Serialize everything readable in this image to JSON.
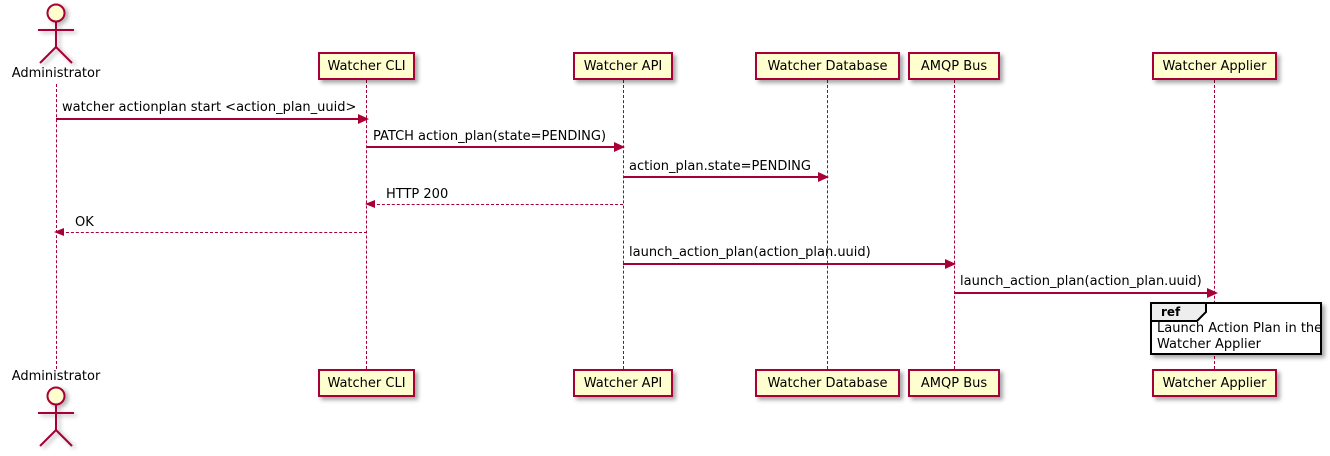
{
  "diagram": {
    "type": "uml-sequence-diagram",
    "colors": {
      "participant_fill": "#FEFECE",
      "participant_border": "#A80036",
      "lifeline": "#A80036",
      "arrow": "#A80036",
      "text": "#000000",
      "ref_border": "#000000",
      "ref_header_fill": "#EEEEEE",
      "background": "#FFFFFF"
    },
    "participants": [
      {
        "name": "Administrator",
        "kind": "actor"
      },
      {
        "name": "Watcher CLI",
        "kind": "box"
      },
      {
        "name": "Watcher API",
        "kind": "box"
      },
      {
        "name": "Watcher Database",
        "kind": "box"
      },
      {
        "name": "AMQP Bus",
        "kind": "box"
      },
      {
        "name": "Watcher Applier",
        "kind": "box"
      }
    ],
    "messages": [
      {
        "from": "Administrator",
        "to": "Watcher CLI",
        "label": "watcher actionplan start <action_plan_uuid>",
        "style": "solid"
      },
      {
        "from": "Watcher CLI",
        "to": "Watcher API",
        "label": "PATCH action_plan(state=PENDING)",
        "style": "solid"
      },
      {
        "from": "Watcher API",
        "to": "Watcher Database",
        "label": "action_plan.state=PENDING",
        "style": "solid"
      },
      {
        "from": "Watcher API",
        "to": "Watcher CLI",
        "label": "HTTP 200",
        "style": "dashed"
      },
      {
        "from": "Watcher CLI",
        "to": "Administrator",
        "label": "OK",
        "style": "dashed"
      },
      {
        "from": "Watcher API",
        "to": "AMQP Bus",
        "label": "launch_action_plan(action_plan.uuid)",
        "style": "solid"
      },
      {
        "from": "AMQP Bus",
        "to": "Watcher Applier",
        "label": "launch_action_plan(action_plan.uuid)",
        "style": "solid"
      }
    ],
    "ref": {
      "keyword": "ref",
      "over": "Watcher Applier",
      "text_line1": "Launch Action Plan in the",
      "text_line2": "Watcher Applier"
    }
  }
}
